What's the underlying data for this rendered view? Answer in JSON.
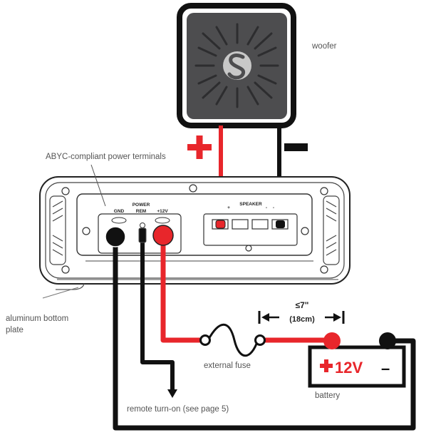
{
  "colors": {
    "positive": "#e8262b",
    "negative": "#1a1a1a",
    "label": "#555555"
  },
  "labels": {
    "woofer": "woofer",
    "terminals": "ABYC-compliant power terminals",
    "bottom_plate_line1": "aluminum bottom",
    "bottom_plate_line2": "plate",
    "fuse": "external fuse",
    "remote": "remote turn-on (see page 5)",
    "battery": "battery",
    "distance_line1": "≤7\"",
    "distance_line2": "(18cm)"
  },
  "amp": {
    "gnd": "GND",
    "power": "POWER",
    "rem": "REM",
    "plus12v": "+12V",
    "speaker": "SPEAKER",
    "speaker_plus": "+",
    "speaker_minus": "-",
    "speaker_minus2": "-"
  },
  "battery": {
    "positive_label": "12V",
    "negative_label": "–"
  },
  "icons": [
    "logo-s-icon",
    "plus-icon",
    "minus-icon",
    "arrow-left-icon",
    "arrow-right-icon",
    "arrow-down-icon"
  ]
}
